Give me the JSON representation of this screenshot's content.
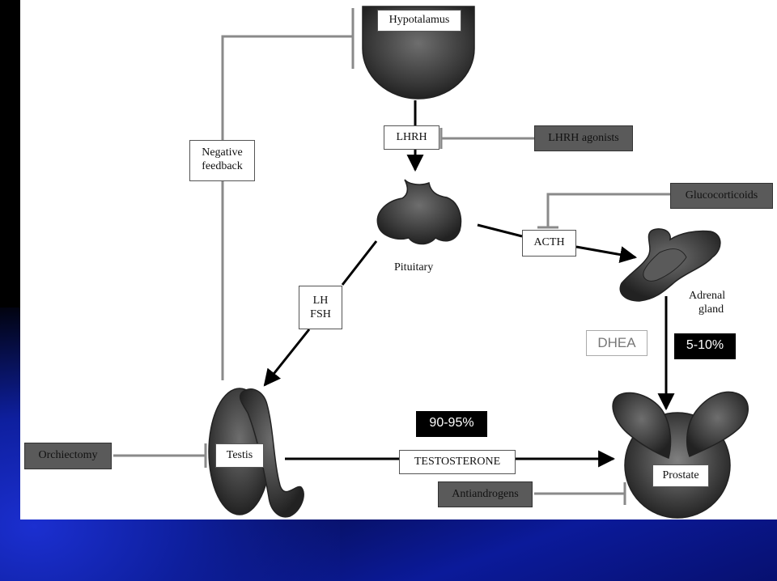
{
  "diagram": {
    "hypothalamus": "Hypotalamus",
    "lhrh": "LHRH",
    "lhrh_agonists": "LHRH agonists",
    "negative_feedback_line1": "Negative",
    "negative_feedback_line2": "feedback",
    "pituitary": "Pituitary",
    "glucocorticoids": "Glucocorticoids",
    "acth": "ACTH",
    "adrenal_line1": "Adrenal",
    "adrenal_line2": "gland",
    "lh": "LH",
    "fsh": "FSH",
    "dhea": "DHEA",
    "adrenal_pct": "5-10%",
    "testis_pct": "90-95%",
    "orchiectomy": "Orchiectomy",
    "testis": "Testis",
    "testosterone": "TESTOSTERONE",
    "prostate": "Prostate",
    "antiandrogens": "Antiandrogens"
  },
  "colors": {
    "organ_fill": "#3a3a3a",
    "inhibitor_line": "#8a8a8a",
    "arrow": "#000000",
    "slide_blue": "#1b2fd0"
  }
}
